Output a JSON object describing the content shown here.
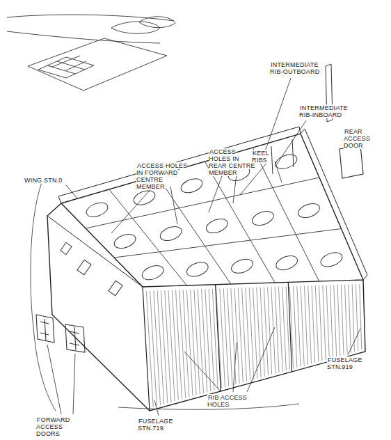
{
  "diagram": {
    "labels": [
      "INTERMEDIATE RIB-OUTBOARD",
      "INTERMEDIATE RIB-INBOARD",
      "REAR ACCESS DOOR",
      "KEEL RIBS",
      "ACCESS HOLES IN REAR CENTRE MEMBER",
      "ACCESS HOLES IN FORWARD CENTRE MEMBER",
      "WING STN.0",
      "FUSELAGE STN.919",
      "RIB ACCESS HOLES",
      "FUSELAGE STN.719",
      "FORWARD ACCESS DOORS"
    ]
  }
}
